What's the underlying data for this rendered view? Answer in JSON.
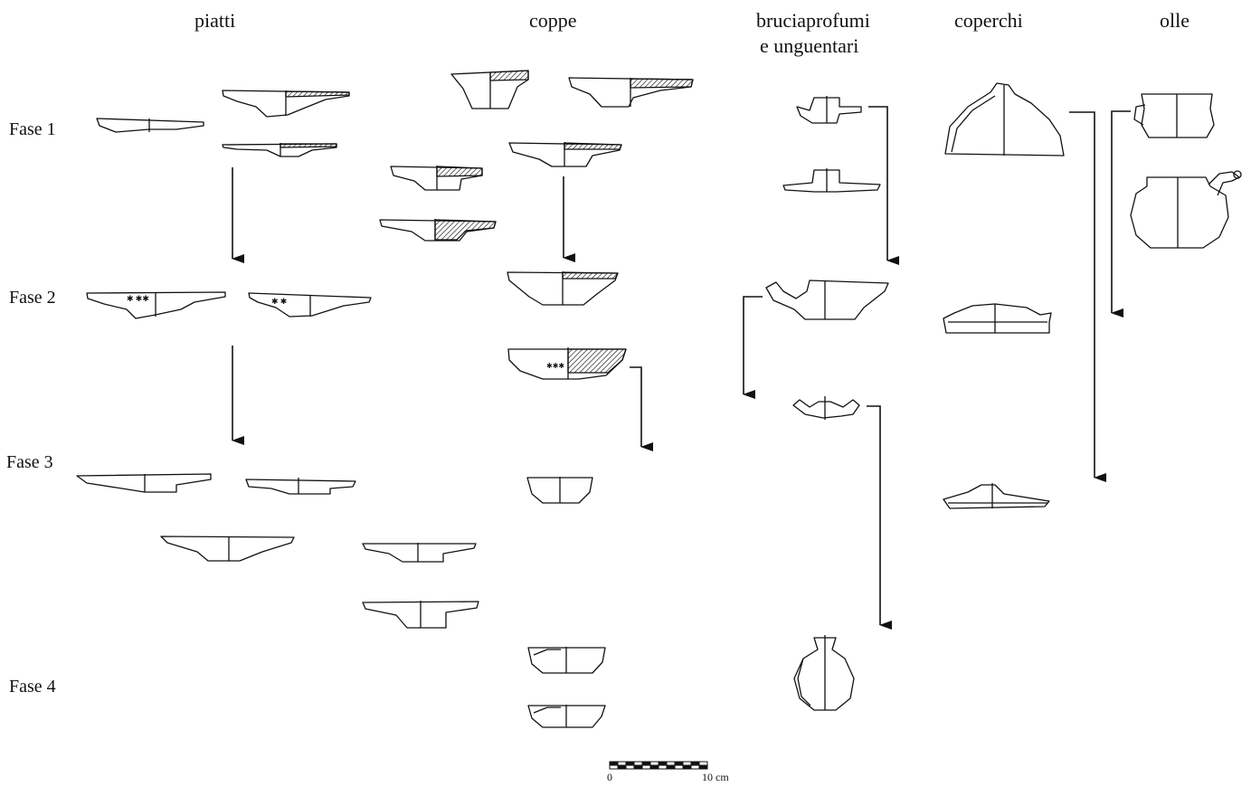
{
  "columns": {
    "piatti": "piatti",
    "coppe": "coppe",
    "bruciaprofumi_line1": "bruciaprofumi",
    "bruciaprofumi_line2": "e unguentari",
    "coperchi": "coperchi",
    "olle": "olle"
  },
  "phases": [
    "Fase 1",
    "Fase 2",
    "Fase 3",
    "Fase 4"
  ],
  "scale": {
    "start": "0",
    "end": "10 cm"
  },
  "colors": {
    "ink": "#111111",
    "paper": "#ffffff"
  }
}
